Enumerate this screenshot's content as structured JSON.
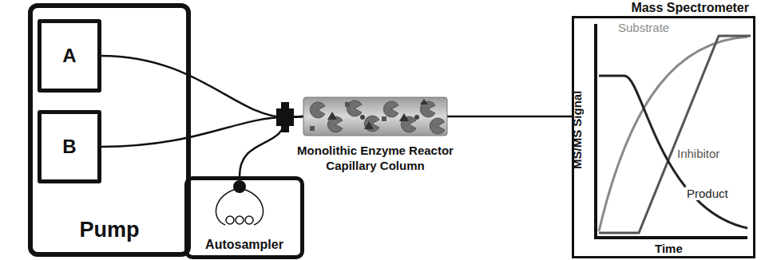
{
  "diagram": {
    "nodes": [
      {
        "text": [
          "Pump"
        ]
      },
      {
        "text": [
          "A"
        ],
        "in": 0
      },
      {
        "text": [
          "B"
        ],
        "in": 0
      },
      {
        "text": [
          "Autosampler"
        ]
      },
      {
        "text": [
          "Monolithic Enzyme Reactor Capillary Column"
        ]
      },
      {
        "text": [
          "Mass Spectrometer"
        ]
      }
    ],
    "edges": [
      {
        "from": 1,
        "to": 4,
        "arrow": "none"
      },
      {
        "from": 2,
        "to": 4,
        "arrow": "none"
      },
      {
        "from": 3,
        "to": 4,
        "arrow": "none"
      },
      {
        "from": 4,
        "to": 5,
        "arrow": "none"
      }
    ],
    "labels": [
      "MS/MS Signal",
      "Time",
      "Substrate",
      "Inhibitor",
      "Product"
    ]
  }
}
